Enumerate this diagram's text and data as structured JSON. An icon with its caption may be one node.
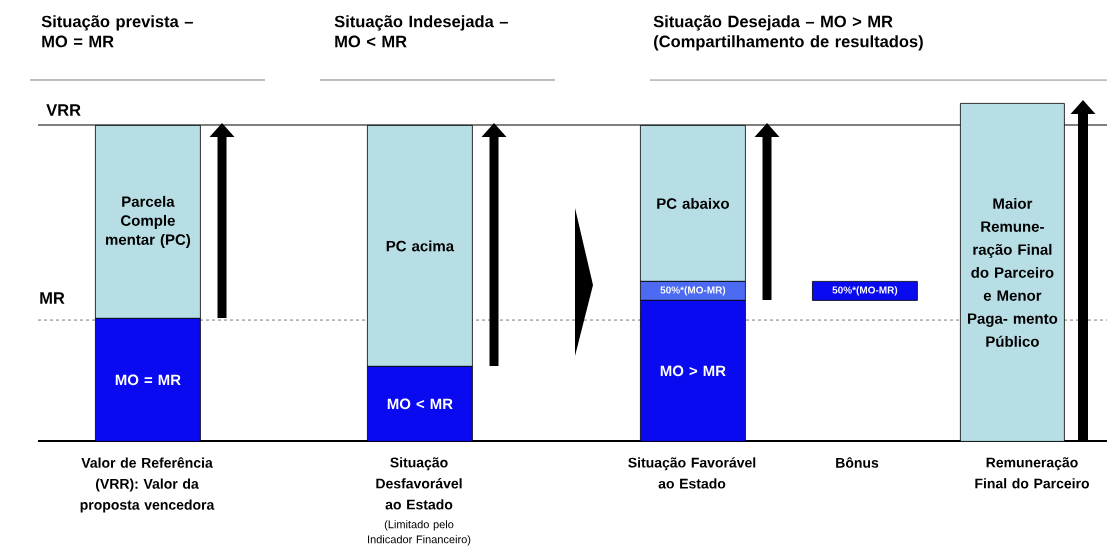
{
  "diagram": {
    "nodes": [
      {
        "text": [
          "Parcela Comple mentar (PC)"
        ]
      },
      {
        "text": [
          "MO = MR"
        ]
      },
      {
        "text": [
          "PC acima"
        ]
      },
      {
        "text": [
          "MO < MR"
        ]
      },
      {
        "text": [
          "PC abaixo"
        ]
      },
      {
        "text": [
          "50%*(MO-MR)"
        ]
      },
      {
        "text": [
          "MO > MR"
        ]
      },
      {
        "text": [
          "50%*(MO-MR)"
        ]
      },
      {
        "text": [
          "Maior Remune- ração Final do Parceiro e Menor Paga- mento Público"
        ]
      }
    ],
    "labels": [
      "Situação prevista – MO = MR",
      "Situação Indesejada – MO < MR",
      "Situação Desejada – MO > MR (Compartilhamento de resultados)",
      "VRR",
      "MR",
      "Valor de Referência (VRR): Valor da proposta vencedora",
      "Situação Desfavorável ao Estado",
      "(Limitado pelo Indicador Financeiro)",
      "Situação Favorável ao Estado",
      "Bônus",
      "Remuneração Final do Parceiro"
    ]
  }
}
